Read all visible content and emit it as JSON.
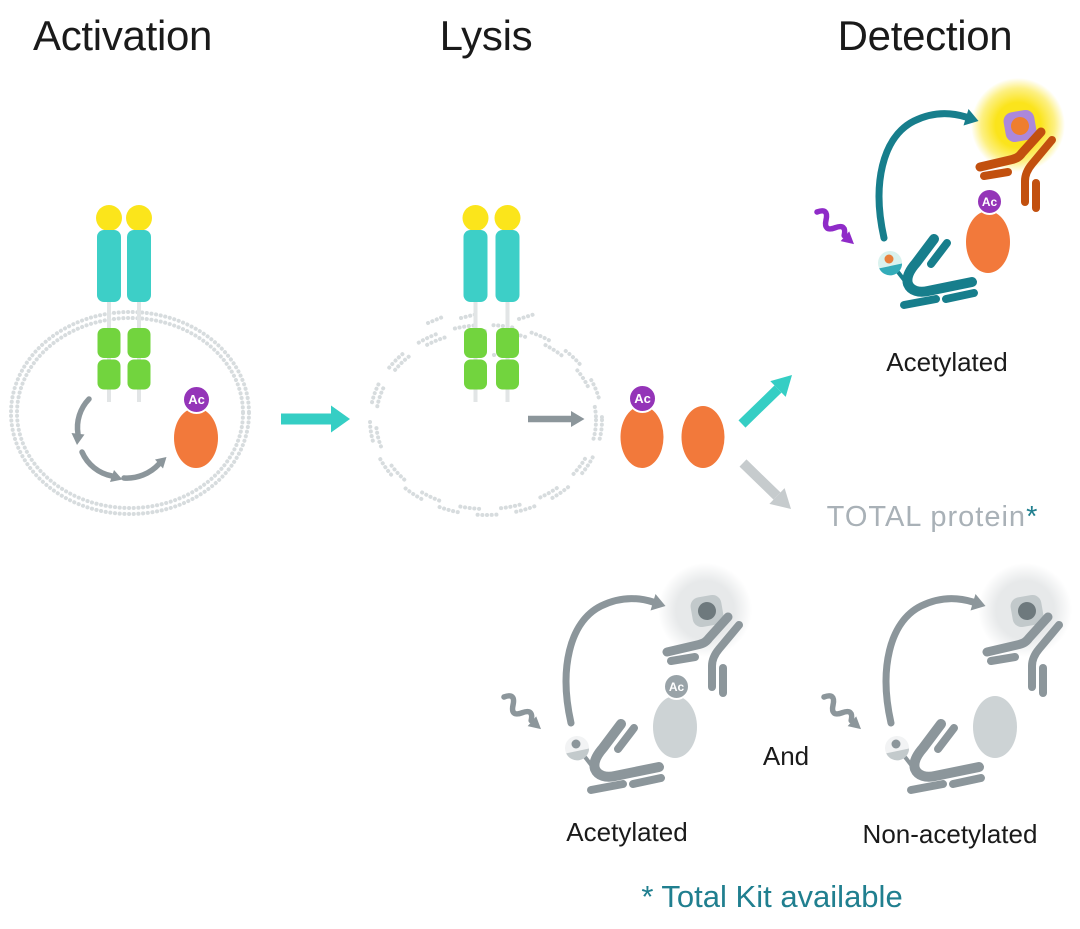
{
  "titles": {
    "activation": "Activation",
    "lysis": "Lysis",
    "detection": "Detection"
  },
  "labels": {
    "acetylated_top": "Acetylated",
    "total_protein": "TOTAL protein",
    "total_protein_mark": "*",
    "acetylated_bottom": "Acetylated",
    "conjunction": "And",
    "non_acetylated": "Non-acetylated",
    "footnote": "* Total Kit available"
  },
  "badges": {
    "ac": "Ac"
  },
  "icons": [
    "membrane-icon",
    "receptor-icon",
    "ligand-icon",
    "cycle-arrows-icon",
    "acetyl-badge-icon",
    "protein-icon",
    "arrow-right-icon",
    "fork-arrow-icon",
    "squiggle-arrow-icon",
    "curved-arrow-icon",
    "antibody-icon",
    "detection-bead-icon",
    "fluorophore-glow-icon"
  ],
  "colors": {
    "ink": "#1a1a1a",
    "teal_bright": "#35cec4",
    "teal_dark": "#177e8c",
    "teal_receptor": "#3dcfc7",
    "green": "#72d43e",
    "yellow": "#fbe51b",
    "orange": "#f2793b",
    "orange_dark": "#c2500f",
    "purple": "#9434b8",
    "purple_light": "#ac88db",
    "purple_squiggle": "#8f2bc8",
    "gray_arrow": "#8c969b",
    "gray_light": "#c6cbcd",
    "gray_membrane": "#d7dcde",
    "gray_soft": "#cdd3d5",
    "gray_badge": "#99a3a8",
    "square_gray": "#c2c9cb",
    "square_dot_gray": "#6e797d",
    "bead_fill": "#d9f2ee",
    "bead_wedge": "#33acb9",
    "bead_dot": "#e8803c",
    "bead_gray": "#f2f3f4",
    "bead_wedge_gray": "#c3cacc",
    "stem": "#e2e5e6",
    "glow_yellow": "#fbe41c",
    "square_dot_orange": "#ef7e2e",
    "text_gray": "#a9b1b7",
    "footnote_teal": "#207f8f"
  }
}
